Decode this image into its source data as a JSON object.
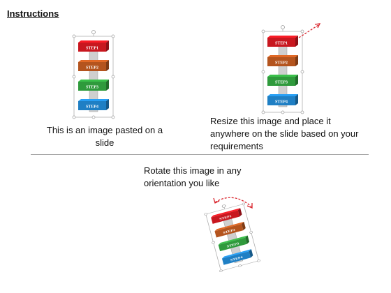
{
  "header": {
    "title": "Instructions"
  },
  "captions": {
    "pasted": "This is an image pasted on a slide",
    "resize": "Resize this image and place it anywhere on the slide based on your requirements",
    "rotate": "Rotate this image in any orientation you like"
  },
  "stack": {
    "steps": [
      "STEP1",
      "STEP2",
      "STEP3",
      "STEP4"
    ],
    "colors": [
      "#c8171f",
      "#b4541e",
      "#2f9a3c",
      "#1f7fc4"
    ]
  },
  "icons": {
    "resize_arrow": "dashed-diagonal-arrow-icon",
    "rotate_arrow": "dashed-curved-arrow-icon",
    "handle": "rotation-handle-icon"
  }
}
